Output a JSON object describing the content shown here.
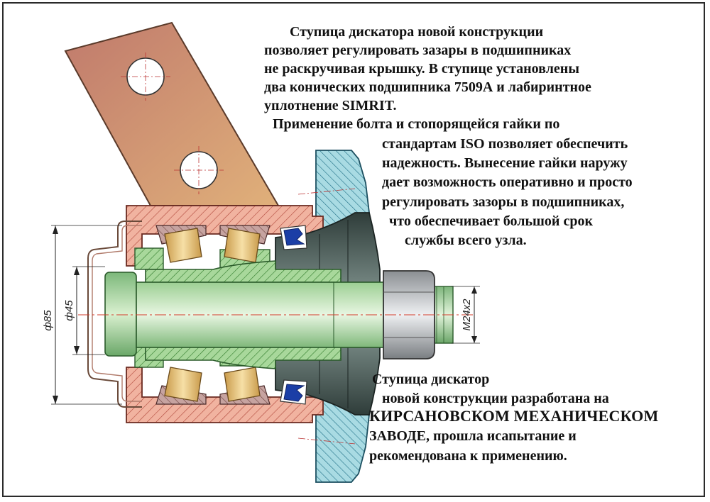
{
  "top_text": {
    "l1": "Ступица дискатора новой конструкции",
    "l2": "позволяет регулировать зазары в подшипниках",
    "l3": "не раскручивая крышку. В ступице установлены",
    "l4": "два конических подшипника 7509А и лабиринтное",
    "l5": "уплотнение SIMRIT.",
    "l6": "Применение болта и стопорящейся гайки по",
    "l7": "стандартам ISO позволяет обеспечить",
    "l8": "надежность. Вынесение гайки наружу",
    "l9": "дает возможность оперативно и просто",
    "l10": "регулировать зазоры в подшипниках,",
    "l11": "что обеспечивает большой срок",
    "l12": "службы всего узла."
  },
  "bottom_text": {
    "l1": "Ступица дискатор",
    "l2": "новой конструкции разработана на",
    "l3": "КИРСАНОВСКОМ МЕХАНИЧЕСКОМ",
    "l4": "ЗАВОДЕ, прошла исапытание и",
    "l5": "рекомендована к применению."
  },
  "dimensions": {
    "outer": "ф85",
    "inner": "ф45",
    "thread": "M24x2"
  },
  "colors": {
    "bracket": "#c9846a",
    "hub": "#e8a58f",
    "shaft": "#b8dcb0",
    "bearing": "#e8c77c",
    "disc": "#a8d8e0",
    "dark_hub": "#5e6f6a",
    "nut": "#b8bcc0"
  }
}
